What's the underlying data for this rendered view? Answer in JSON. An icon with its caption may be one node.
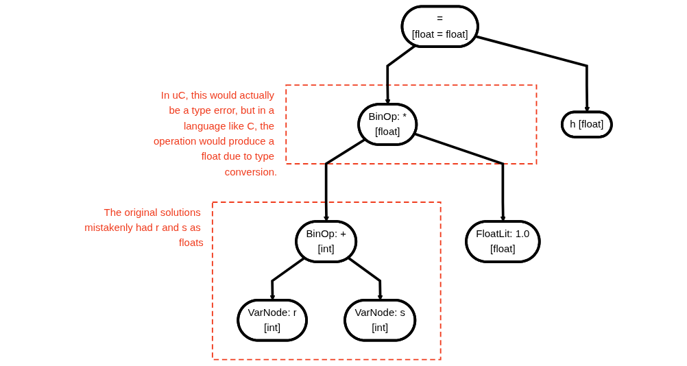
{
  "diagram": {
    "nodes": [
      {
        "text": [
          "=",
          "[float = float]"
        ]
      },
      {
        "text": [
          "h [float]"
        ]
      },
      {
        "text": [
          "In uC, this would actually be a type error, but in a language like C, the operation would produce a float due to type conversion."
        ]
      },
      {
        "text": [
          "BinOp: *",
          "[float]"
        ],
        "in": 2
      },
      {
        "text": [
          "FloatLit: 1.0",
          "[float]"
        ]
      },
      {
        "text": [
          "The original solutions mistakenly had r and s as floats"
        ]
      },
      {
        "text": [
          "BinOp: +",
          "[int]"
        ],
        "in": 5
      },
      {
        "text": [
          "VarNode: r",
          "[int]"
        ],
        "in": 5
      },
      {
        "text": [
          "VarNode: s",
          "[int]"
        ],
        "in": 5
      }
    ],
    "edges": [
      {
        "from": 0,
        "to": 1,
        "arrow": "to"
      },
      {
        "from": 0,
        "to": 3,
        "arrow": "to"
      },
      {
        "from": 3,
        "to": 4,
        "arrow": "to"
      },
      {
        "from": 3,
        "to": 6,
        "arrow": "to"
      },
      {
        "from": 6,
        "to": 7,
        "arrow": "to"
      },
      {
        "from": 6,
        "to": 8,
        "arrow": "to"
      }
    ]
  }
}
